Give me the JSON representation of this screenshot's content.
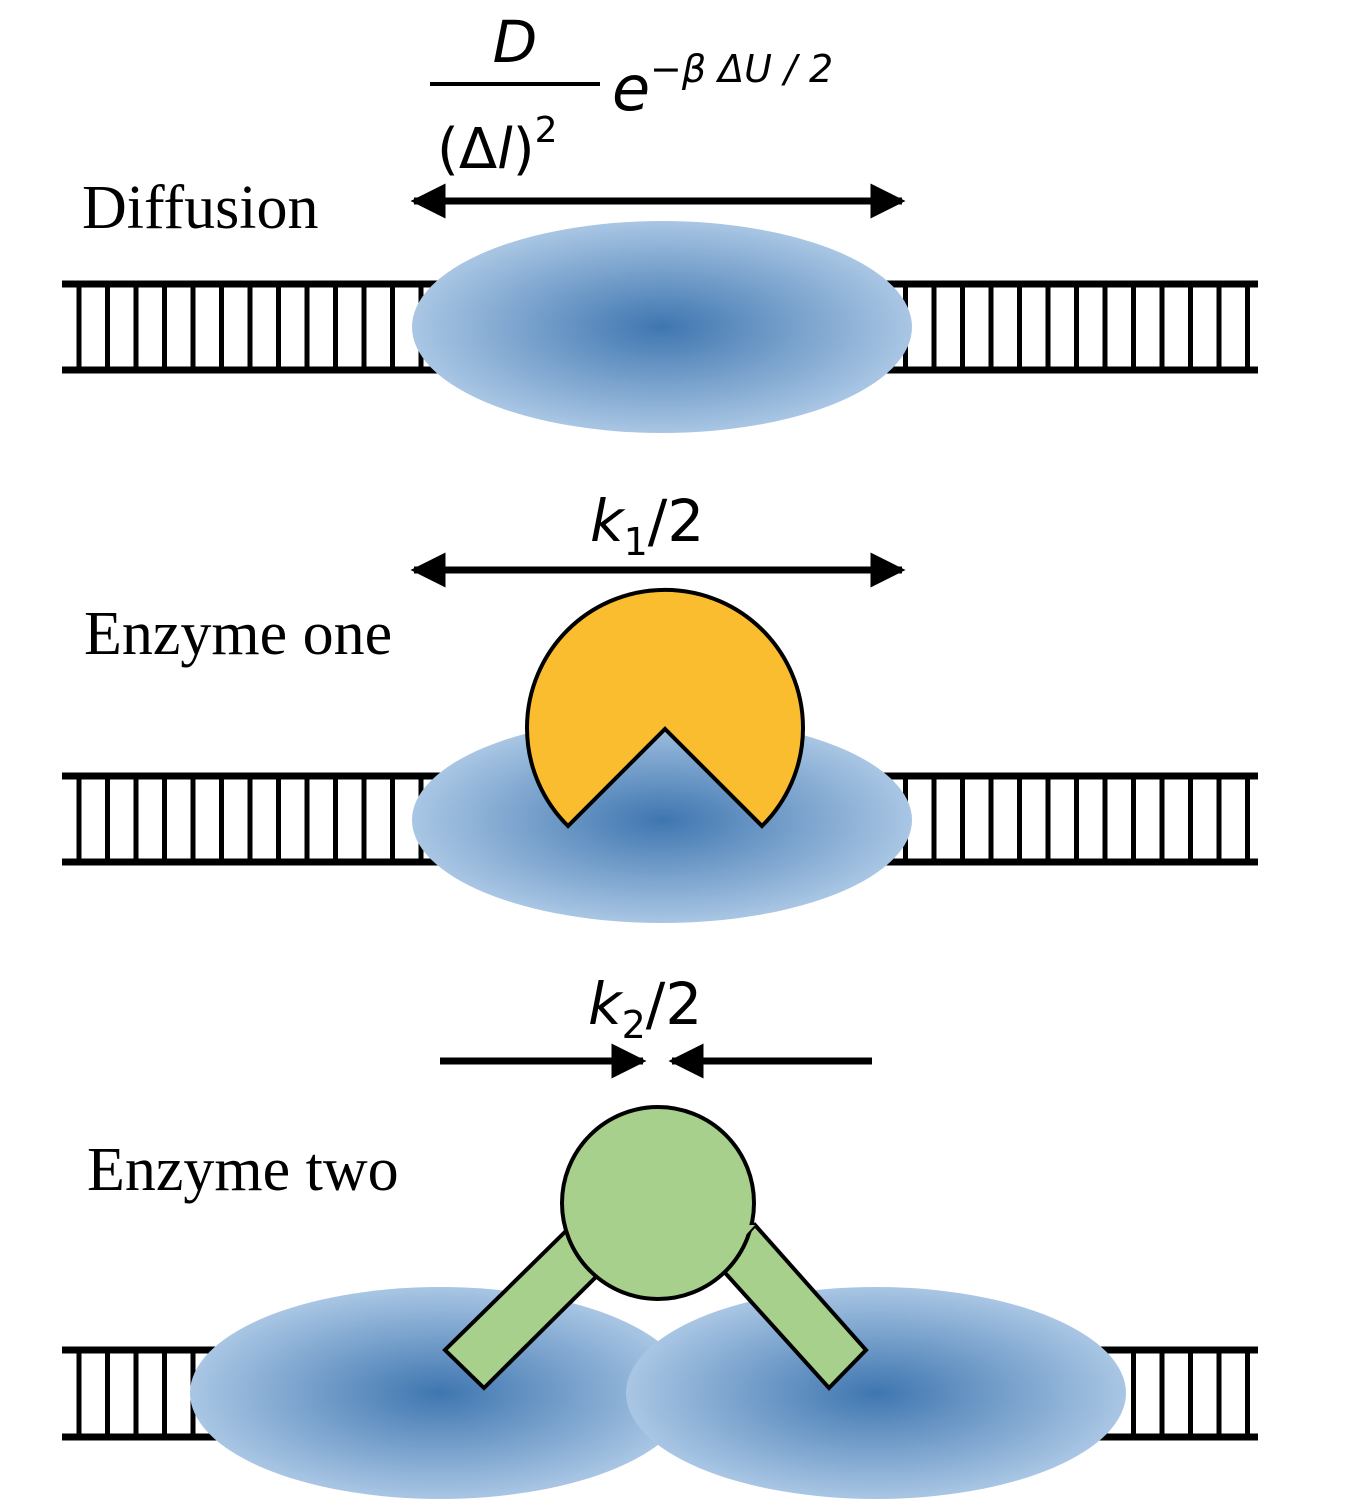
{
  "panels": [
    {
      "label": "Diffusion",
      "rate": {
        "numerator": "D",
        "denominator_open": "(Δ",
        "denominator_var": "l",
        "denominator_close": ")",
        "denominator_exp": "2",
        "base": "e",
        "exponent": "−β ΔU / 2"
      }
    },
    {
      "label": "Enzyme one",
      "rate": {
        "k": "k",
        "sub": "1",
        "rest": "/2"
      }
    },
    {
      "label": "Enzyme two",
      "rate": {
        "k": "k",
        "sub": "2",
        "rest": "/2"
      }
    }
  ],
  "colors": {
    "protein": "#3f76b0",
    "protein_edge": "#a9c6e4",
    "enzyme_one": "#fbbd30",
    "enzyme_two": "#a8d08d",
    "ink": "#000000"
  }
}
